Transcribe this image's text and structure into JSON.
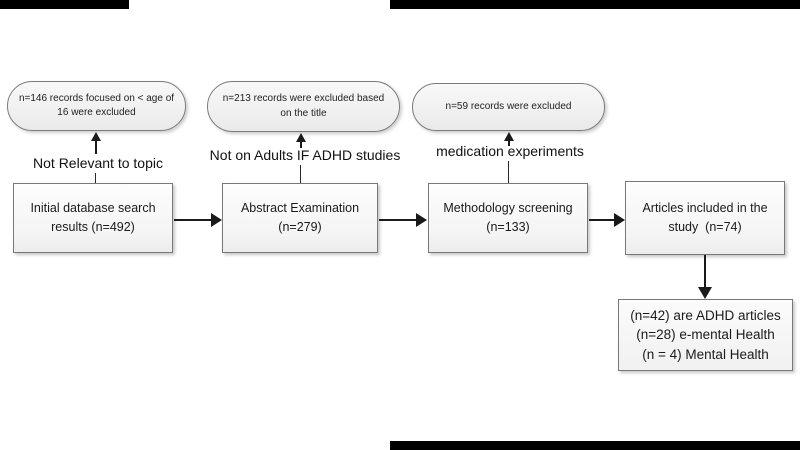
{
  "colors": {
    "background": "#ffffff",
    "letterbox": "#000000",
    "box_border": "#787878",
    "box_fill": "#f4f4f4",
    "arrow": "#1a1a1a",
    "text": "#1c1c1c"
  },
  "exclusions": [
    {
      "line1": "n=146 records focused on < age of",
      "line2": "16 were excluded",
      "reason": "Not Relevant to topic"
    },
    {
      "line1": "n=213 records were excluded based",
      "line2": "on the title",
      "reason": "Not on Adults IF ADHD studies"
    },
    {
      "line1": "n=59 records were excluded",
      "reason": "medication experiments"
    }
  ],
  "stages": [
    {
      "line1": "Initial database search",
      "line2": "results (n=492)"
    },
    {
      "line1": "Abstract Examination",
      "line2": "(n=279)"
    },
    {
      "line1": "Methodology screening",
      "line2": "(n=133)"
    },
    {
      "line1": "Articles included in the",
      "line2": "study  (n=74)"
    }
  ],
  "result": {
    "line1": "(n=42) are ADHD articles",
    "line2": "(n=28) e-mental Health",
    "line3": "(n = 4) Mental Health"
  }
}
